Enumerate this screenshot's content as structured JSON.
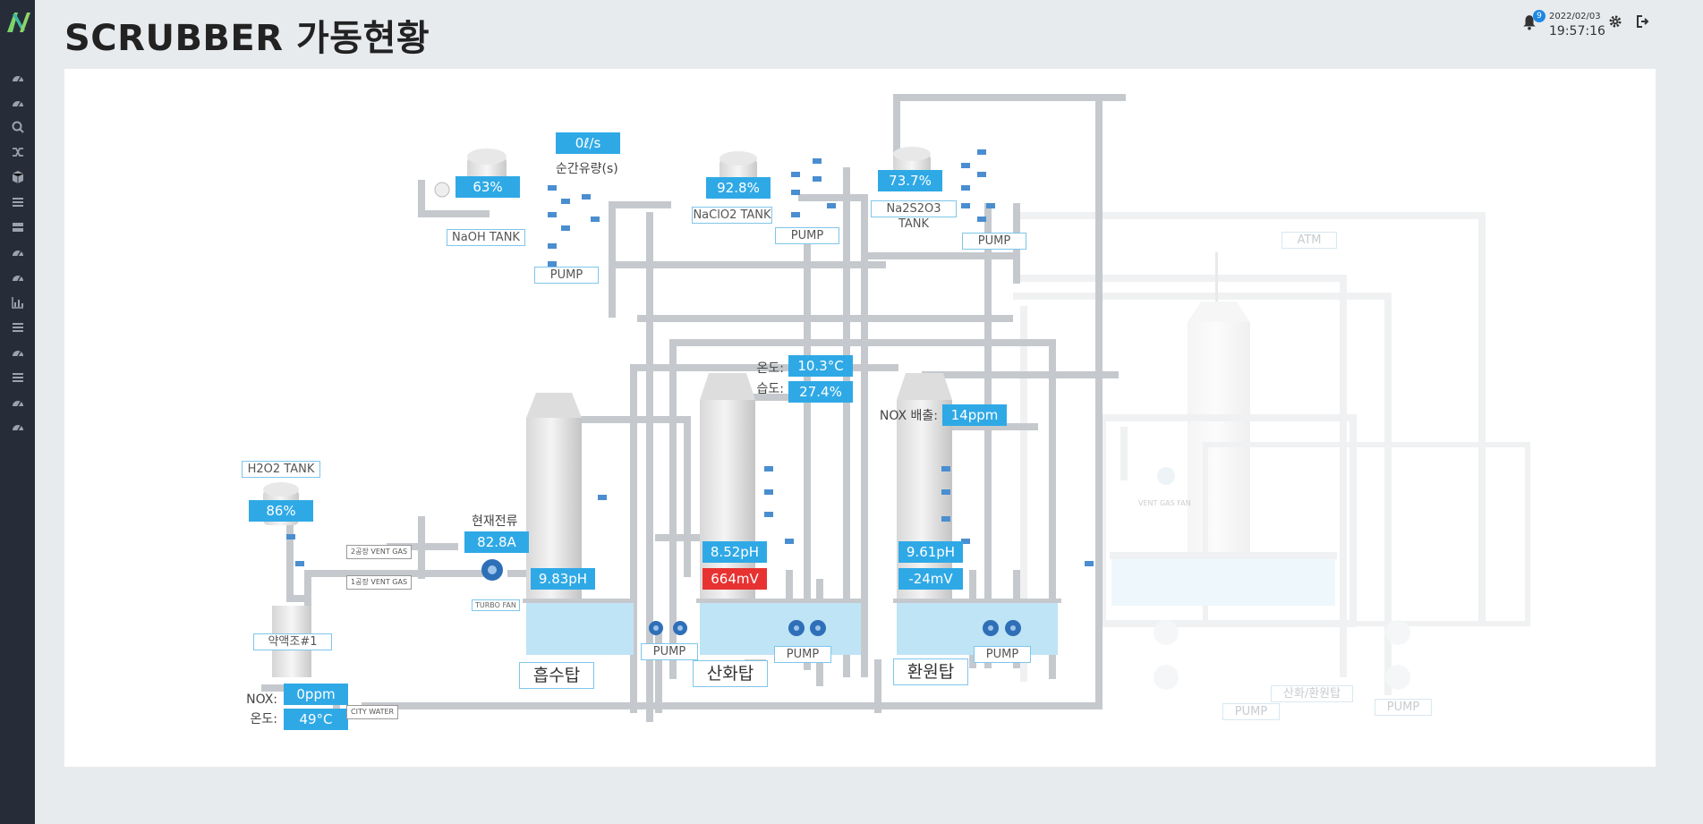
{
  "header": {
    "title": "SCRUBBER 가동현황",
    "notification_count": "9",
    "date": "2022/02/03",
    "time": "19:57:16"
  },
  "sidebar": {
    "logo_letter": "N",
    "items": [
      {
        "icon": "dashboard-icon"
      },
      {
        "icon": "dashboard-icon"
      },
      {
        "icon": "search-icon"
      },
      {
        "icon": "shuffle-icon"
      },
      {
        "icon": "cube-icon"
      },
      {
        "icon": "list-icon"
      },
      {
        "icon": "server-icon"
      },
      {
        "icon": "dashboard-icon"
      },
      {
        "icon": "dashboard-icon"
      },
      {
        "icon": "bar-chart-icon"
      },
      {
        "icon": "list-icon"
      },
      {
        "icon": "dashboard-icon"
      },
      {
        "icon": "list-icon"
      },
      {
        "icon": "dashboard-icon"
      },
      {
        "icon": "dashboard-icon"
      }
    ]
  },
  "colors": {
    "value_box": "#2fa9e6",
    "alarm_box": "#e83232",
    "sidebar": "#262d38",
    "pipe": "#c5c9cd",
    "water": "#bfe4f5"
  },
  "diagram": {
    "flow": {
      "label": "순간유량(s)",
      "value": "0ℓ/s"
    },
    "naoh_tank": {
      "label": "NaOH TANK",
      "level": "63%"
    },
    "naclo2_tank": {
      "label": "NaClO2 TANK",
      "level": "92.8%"
    },
    "na2s2o3_tank": {
      "label": "Na2S2O3 TANK",
      "level": "73.7%"
    },
    "h2o2_tank": {
      "label": "H2O2 TANK",
      "level": "86%"
    },
    "pumps": {
      "naoh": "PUMP",
      "naclo2": "PUMP",
      "na2s2o3": "PUMP",
      "absorber": "PUMP",
      "oxidizer": "PUMP",
      "reducer": "PUMP",
      "faded_left": "PUMP",
      "faded_right": "PUMP"
    },
    "temperature": {
      "label": "온도:",
      "value": "10.3°C"
    },
    "humidity": {
      "label": "습도:",
      "value": "27.4%"
    },
    "nox_emission": {
      "label": "NOX 배출:",
      "value": "14ppm"
    },
    "current": {
      "label": "현재전류",
      "value": "82.8A"
    },
    "absorber": {
      "name": "흡수탑",
      "ph": "9.83pH"
    },
    "oxidizer": {
      "name": "산화탑",
      "ph": "8.52pH",
      "orp": "664mV"
    },
    "reducer": {
      "name": "환원탑",
      "ph": "9.61pH",
      "orp": "-24mV"
    },
    "inlet": {
      "nox_label": "NOX:",
      "nox": "0ppm",
      "temp_label": "온도:",
      "temp": "49°C"
    },
    "vent_gas_2": "2공장 VENT GAS",
    "vent_gas_1": "1공장 VENT GAS",
    "city_water": "CITY WATER",
    "turbo_fan": "TURBO FAN",
    "chem_tank": "약액조#1",
    "atm": "ATM",
    "vent_gas_fan": "VENT GAS FAN",
    "faded_tower": "산화/환원탑"
  }
}
